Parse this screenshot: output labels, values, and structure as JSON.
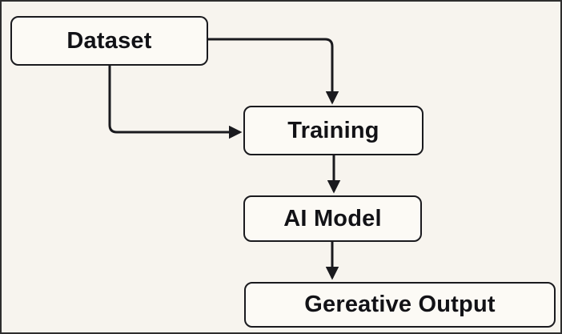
{
  "diagram": {
    "type": "flowchart",
    "nodes": [
      {
        "id": "dataset",
        "label": "Dataset"
      },
      {
        "id": "training",
        "label": "Training"
      },
      {
        "id": "ai-model",
        "label": "AI Model"
      },
      {
        "id": "generative-output",
        "label": "Gereative Output"
      }
    ],
    "edges": [
      {
        "from": "dataset",
        "to": "training",
        "route": "right-then-down",
        "arrowhead": "down"
      },
      {
        "from": "dataset",
        "to": "training",
        "route": "down-then-right",
        "arrowhead": "right"
      },
      {
        "from": "training",
        "to": "ai-model",
        "route": "straight-down",
        "arrowhead": "down"
      },
      {
        "from": "ai-model",
        "to": "generative-output",
        "route": "straight-down",
        "arrowhead": "down"
      }
    ],
    "colors": {
      "background": "#f7f4ee",
      "node_fill": "#fcfaf5",
      "stroke": "#1a1a1e",
      "text": "#121216",
      "frame_border": "#2e2e2e"
    }
  }
}
